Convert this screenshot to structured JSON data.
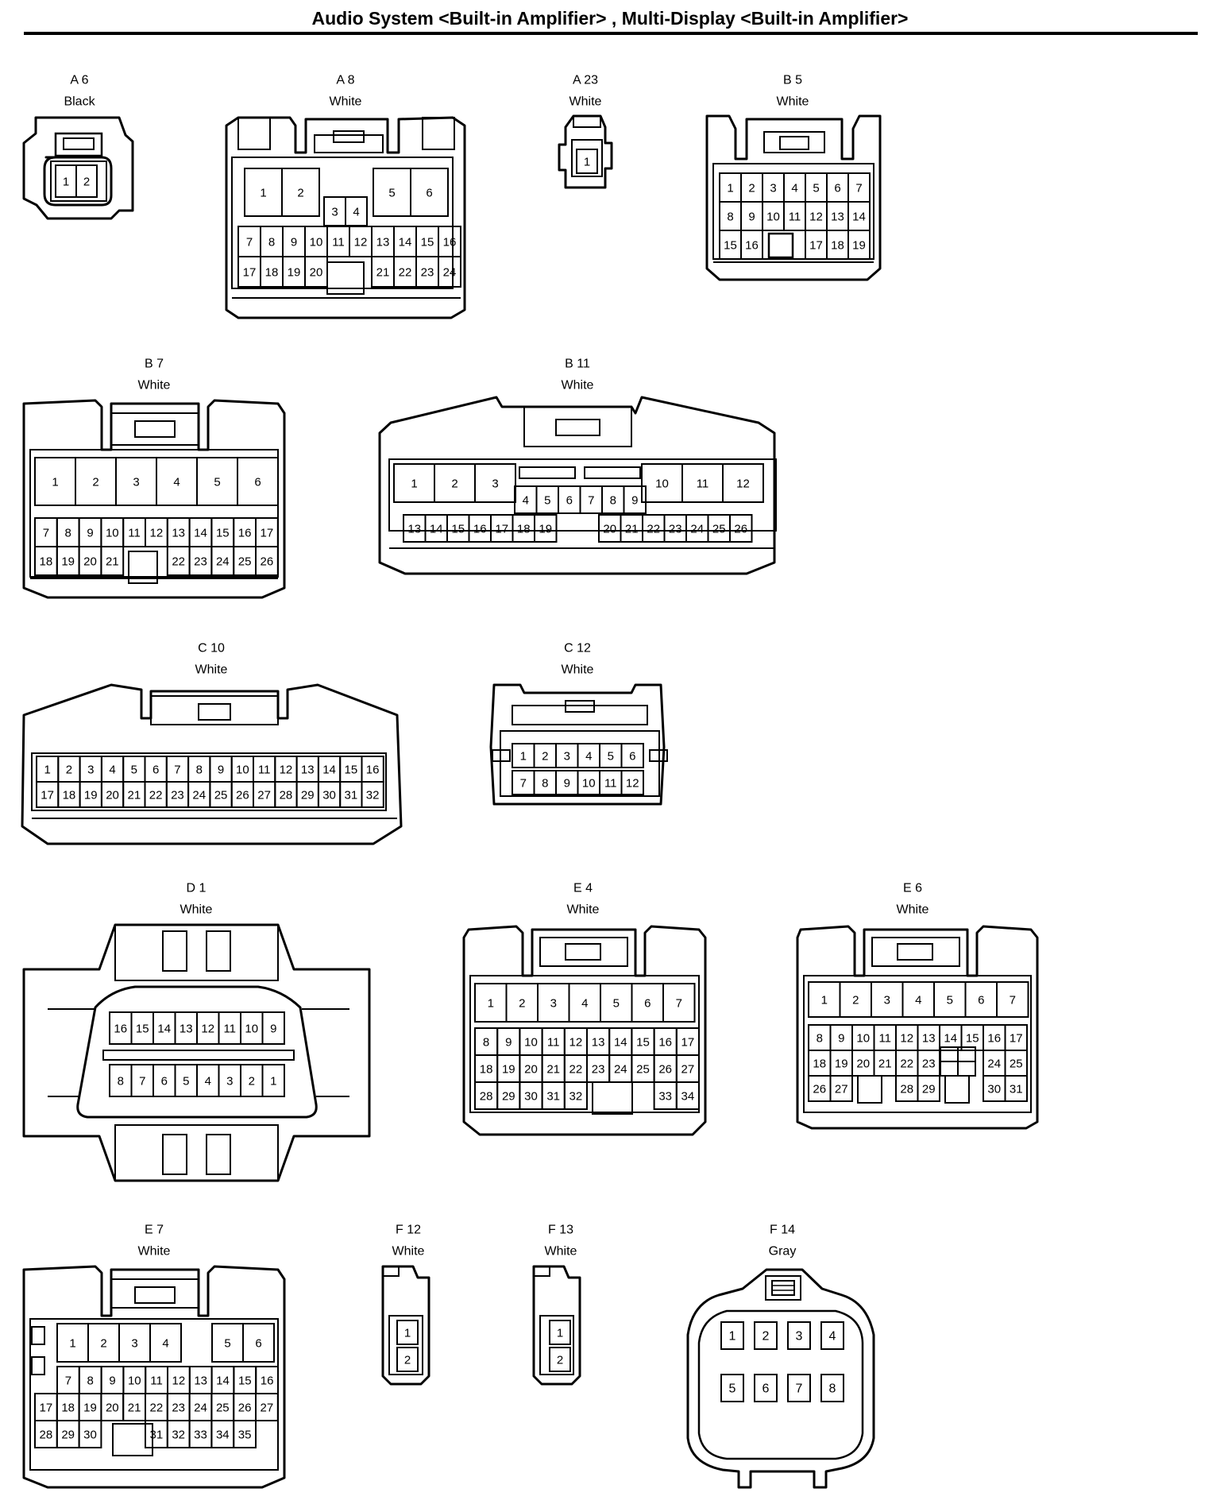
{
  "title": "Audio System <Built-in Amplifier> , Multi-Display <Built-in Amplifier>",
  "connectors": [
    {
      "id": "A6",
      "name": "A 6",
      "color": "Black"
    },
    {
      "id": "A8",
      "name": "A 8",
      "color": "White"
    },
    {
      "id": "A23",
      "name": "A 23",
      "color": "White"
    },
    {
      "id": "B5",
      "name": "B 5",
      "color": "White"
    },
    {
      "id": "B7",
      "name": "B 7",
      "color": "White"
    },
    {
      "id": "B11",
      "name": "B 11",
      "color": "White"
    },
    {
      "id": "C10",
      "name": "C 10",
      "color": "White"
    },
    {
      "id": "C12",
      "name": "C 12",
      "color": "White"
    },
    {
      "id": "D1",
      "name": "D 1",
      "color": "White"
    },
    {
      "id": "E4",
      "name": "E 4",
      "color": "White"
    },
    {
      "id": "E6",
      "name": "E 6",
      "color": "White"
    },
    {
      "id": "E7",
      "name": "E 7",
      "color": "White"
    },
    {
      "id": "F12",
      "name": "F 12",
      "color": "White"
    },
    {
      "id": "F13",
      "name": "F 13",
      "color": "White"
    },
    {
      "id": "F14",
      "name": "F 14",
      "color": "Gray"
    }
  ]
}
